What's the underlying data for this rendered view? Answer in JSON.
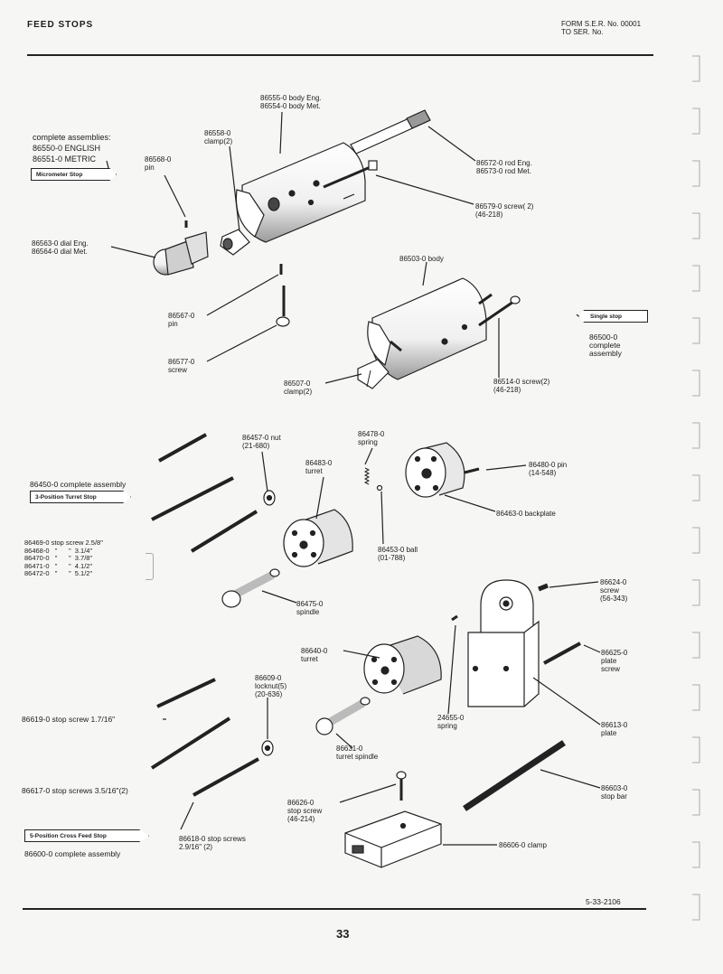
{
  "header": {
    "title": "FEED STOPS",
    "form_ref": "FORM S.E.R. No. 00001\nTO SER. No."
  },
  "footer": {
    "doc_ref": "5-33-2106",
    "page_number": "33"
  },
  "micrometer": {
    "complete_assemblies": "complete assemblies:\n86550-0 ENGLISH\n86551-0 METRIC",
    "tag": "Micrometer Stop",
    "body": "86555-0 body Eng.\n86554-0 body Met.",
    "clamp": "86558-0\nclamp(2)",
    "pin_top": "86568-0\npin",
    "rod": "86572-0 rod Eng.\n86573-0 rod Met.",
    "screw_top": "86579-0 screw( 2)\n(46-218)",
    "dial": "86563-0 dial Eng.\n86564-0 dial Met.",
    "pin_bottom": "86567-0\npin",
    "screw_bottom": "86577-0\nscrew"
  },
  "single": {
    "body": "86503-0 body",
    "tag": "Single stop",
    "complete": "86500-0\ncomplete\nassembly",
    "screw": "86514-0 screw(2)\n(46-218)",
    "clamp": "86507-0\nclamp(2)"
  },
  "turret3": {
    "nut": "86457-0 nut\n(21-680)",
    "spring": "86478-0\nspring",
    "turret": "86483-0\nturret",
    "pin": "86480-0 pin\n(14-548)",
    "complete": "86450-0 complete assembly",
    "tag": "3-Position Turret Stop",
    "backplate": "86463-0 backplate",
    "stop_screws": "86469-0 stop screw 2.5/8\"\n86468-0   \"      \"  3.1/4\"\n86470-0   \"      \"  3.7/8\"\n86471-0   \"      \"  4.1/2\"\n86472-0   \"      \"  5.1/2\"",
    "ball": "86453-0 ball\n(01-788)",
    "spindle": "86475-0\nspindle"
  },
  "cross5": {
    "screw_right": "86624-0\nscrew\n(56-343)",
    "plate_screw": "86625-0\nplate\nscrew",
    "turret": "86640-0\nturret",
    "locknut": "86609-0\nlocknut(5)\n(20-636)",
    "stop_screw_short": "86619-0 stop screw 1.7/16\"",
    "spring": "24655-0\nspring",
    "plate": "86613-0\nplate",
    "turret_spindle": "86631-0\nturret spindle",
    "stop_screws_long": "86617-0 stop screws 3.5/16\"(2)",
    "stop_bar": "86603-0\nstop bar",
    "stop_screw_clamp": "86626-0\nstop screw\n(46-214)",
    "tag": "5-Position Cross Feed Stop",
    "stop_screws_med": "86618-0 stop screws\n2.9/16\" (2)",
    "clamp": "86606-0 clamp",
    "complete": "86600-0 complete assembly"
  }
}
